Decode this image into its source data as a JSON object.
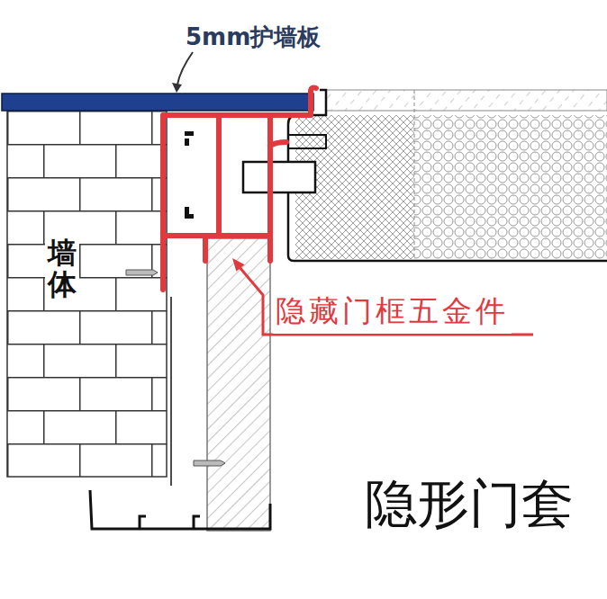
{
  "diagram": {
    "title": "隐形门套",
    "labels": [
      "5mm护墙板",
      "墙体",
      "隐藏门框五金件"
    ]
  }
}
